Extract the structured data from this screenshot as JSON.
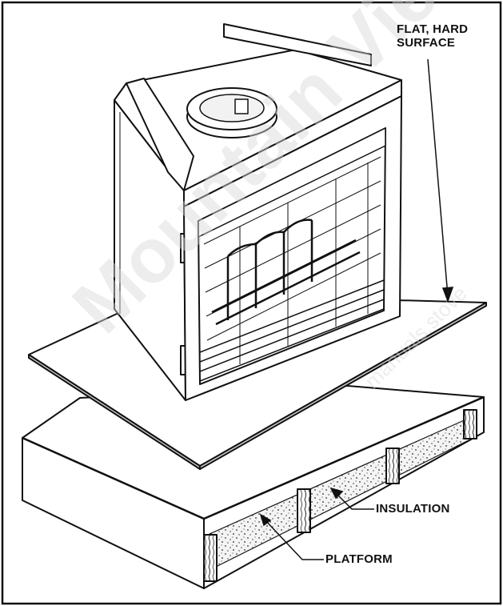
{
  "figure": {
    "callouts": {
      "flat_line1": "FLAT, HARD",
      "flat_line2": "SURFACE",
      "insulation": "INSULATION",
      "platform": "PLATFORM"
    },
    "watermark": {
      "main": "Mountain View",
      "sub": "manuals.stove"
    },
    "colors": {
      "ink": "#111111",
      "paper": "#ffffff",
      "watermark": "#d9d9d9"
    }
  }
}
